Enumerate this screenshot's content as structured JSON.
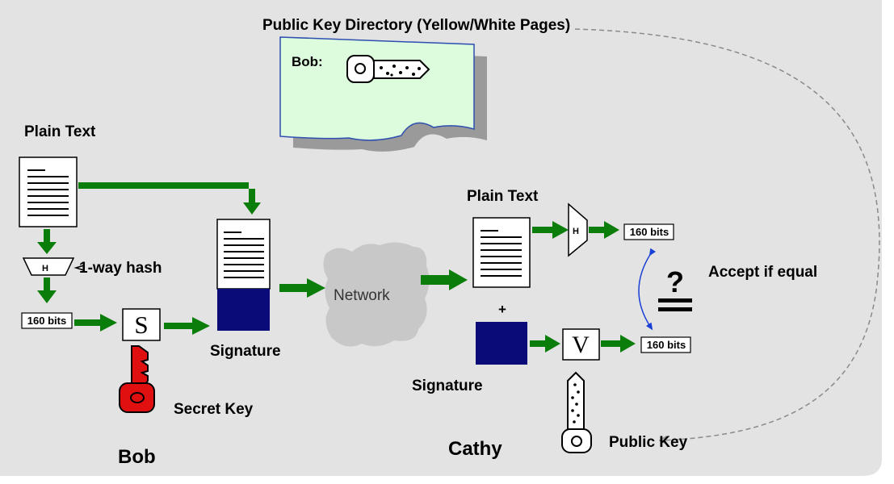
{
  "directory": {
    "title": "Public Key Directory (Yellow/White Pages)",
    "entry_name": "Bob:"
  },
  "bob": {
    "plain_text_label": "Plain Text",
    "hash_box": "H",
    "hash_label": "1-way hash",
    "digest_label": "160 bits",
    "sign_box": "S",
    "signature_label": "Signature",
    "secret_key_label": "Secret Key",
    "party_name": "Bob"
  },
  "network": {
    "label": "Network"
  },
  "cathy": {
    "plain_text_label": "Plain Text",
    "hash_box": "H",
    "digest_top_label": "160 bits",
    "plus_label": "+",
    "verify_box": "V",
    "digest_bottom_label": "160 bits",
    "signature_label": "Signature",
    "public_key_label": "Public Key",
    "accept_label": "Accept if equal",
    "compare_symbol": "?",
    "party_name": "Cathy"
  },
  "colors": {
    "background": "#e3e3e3",
    "arrow": "#0a7d0a",
    "signature_block": "#0a0a78",
    "secret_key": "#e01010",
    "directory_card": "#ddfcdd",
    "network_cloud": "#c8c8c8",
    "compare_arrow": "#1a3fd6",
    "public_key_link": "#8a8a8a"
  }
}
